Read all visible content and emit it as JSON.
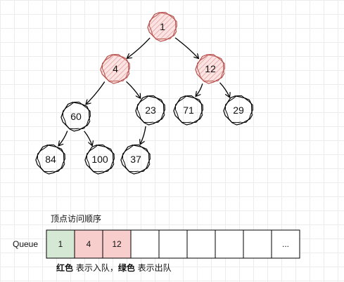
{
  "tree": {
    "nodes": [
      {
        "id": "n1",
        "label": "1",
        "state": "visited"
      },
      {
        "id": "n4",
        "label": "4",
        "state": "visited"
      },
      {
        "id": "n12",
        "label": "12",
        "state": "visited"
      },
      {
        "id": "n60",
        "label": "60",
        "state": "plain"
      },
      {
        "id": "n23",
        "label": "23",
        "state": "plain"
      },
      {
        "id": "n71",
        "label": "71",
        "state": "plain"
      },
      {
        "id": "n29",
        "label": "29",
        "state": "plain"
      },
      {
        "id": "n84",
        "label": "84",
        "state": "plain"
      },
      {
        "id": "n100",
        "label": "100",
        "state": "plain"
      },
      {
        "id": "n37",
        "label": "37",
        "state": "plain"
      }
    ],
    "edges": [
      [
        "n1",
        "n4"
      ],
      [
        "n1",
        "n12"
      ],
      [
        "n4",
        "n60"
      ],
      [
        "n4",
        "n23"
      ],
      [
        "n12",
        "n71"
      ],
      [
        "n12",
        "n29"
      ],
      [
        "n60",
        "n84"
      ],
      [
        "n60",
        "n100"
      ],
      [
        "n23",
        "n37"
      ]
    ]
  },
  "caption": "顶点访问顺序",
  "queue": {
    "title": "Queue",
    "cells": [
      {
        "label": "1",
        "state": "dequeued"
      },
      {
        "label": "4",
        "state": "enqueued"
      },
      {
        "label": "12",
        "state": "enqueued"
      },
      {
        "label": "",
        "state": "empty"
      },
      {
        "label": "",
        "state": "empty"
      },
      {
        "label": "",
        "state": "empty"
      },
      {
        "label": "",
        "state": "empty"
      },
      {
        "label": "",
        "state": "empty"
      },
      {
        "label": "...",
        "state": "empty"
      }
    ]
  },
  "legend": {
    "red_word": "红色",
    "red_text": " 表示入队，",
    "green_word": "绿色",
    "green_text": " 表示出队"
  },
  "colors": {
    "visited_stroke": "#b85450",
    "visited_fill": "#f8cecc",
    "plain_stroke": "#000000",
    "enqueued_fill": "#f8cecc",
    "dequeued_fill": "#d5e8d4",
    "grid": "#ececec"
  }
}
